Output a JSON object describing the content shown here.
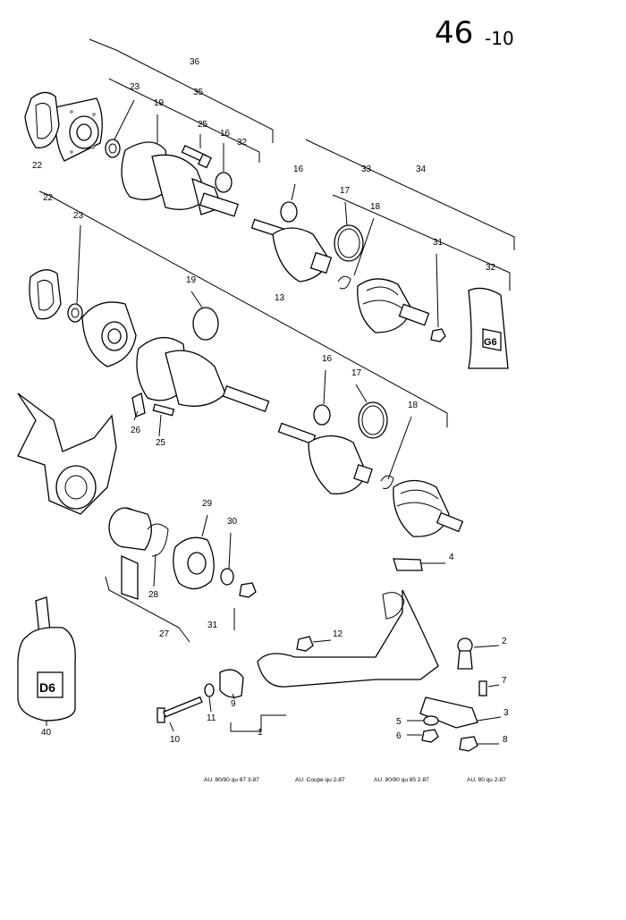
{
  "page": {
    "number": "46",
    "suffix": "-10"
  },
  "callouts": {
    "c36": "36",
    "c23a": "23",
    "c19a": "19",
    "c35": "35",
    "c25a": "25",
    "c16a": "16",
    "c32a": "32",
    "c22a": "22",
    "c16b": "16",
    "c33": "33",
    "c34": "34",
    "c17a": "17",
    "c18a": "18",
    "c31a": "31",
    "c32b": "32",
    "c22b": "22",
    "c23b": "23",
    "c19b": "19",
    "c13": "13",
    "c26": "26",
    "c25b": "25",
    "c16c": "16",
    "c17b": "17",
    "c18b": "18",
    "c29": "29",
    "c30": "30",
    "c28": "28",
    "c27": "27",
    "c31b": "31",
    "c4": "4",
    "c12": "12",
    "c2": "2",
    "c7": "7",
    "c3": "3",
    "c5": "5",
    "c6": "6",
    "c8": "8",
    "c9": "9",
    "c10": "10",
    "c11": "11",
    "c40": "40",
    "c1": "1"
  },
  "labels": {
    "grease_pack": "G6",
    "oil_bottle": "D6"
  },
  "footer": {
    "note1": "AU. 80/90 qu 87 3-87",
    "note2": "AU. Coupe qu 2-87",
    "note3": "AU. 80/90 qu 85 2-87",
    "note4": "AU. 80 qu 2-87"
  }
}
